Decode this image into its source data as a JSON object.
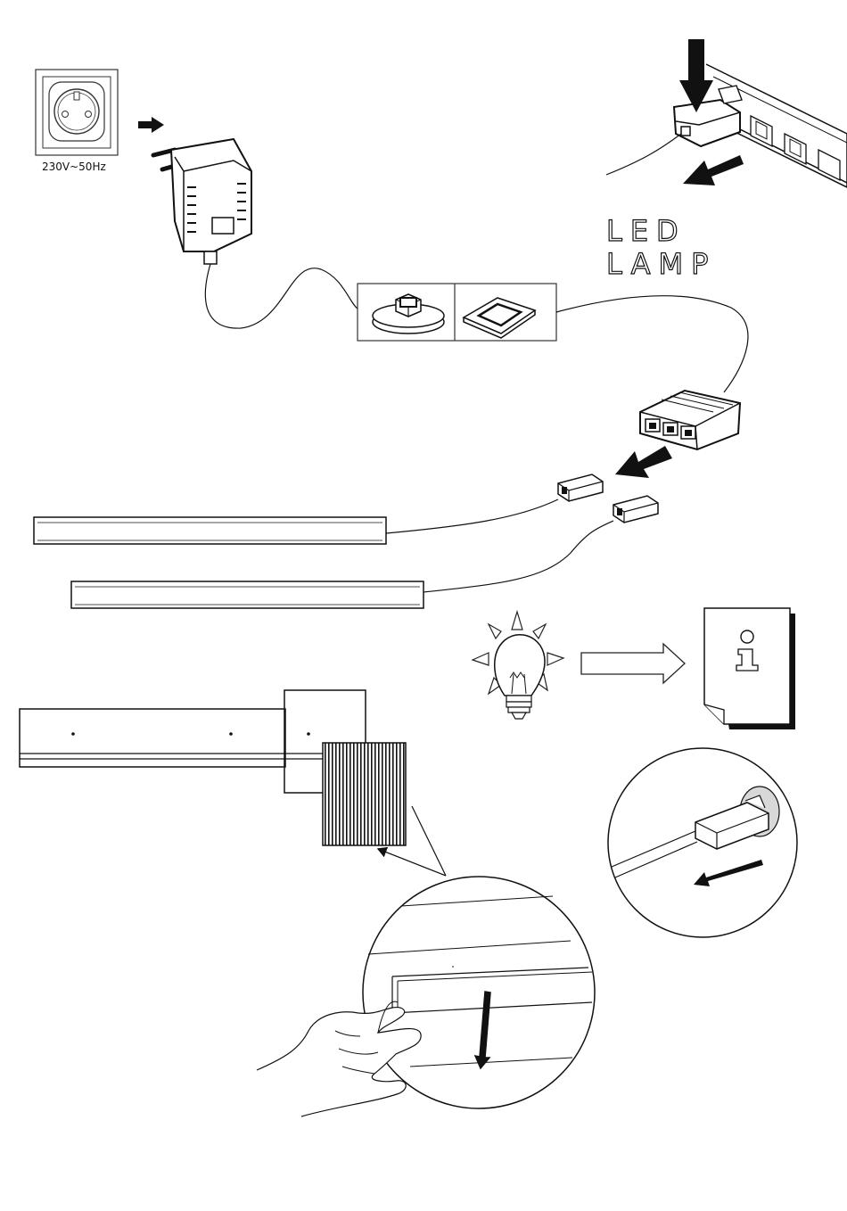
{
  "socket": {
    "voltage_label": "230V~50Hz"
  },
  "lamp_label": {
    "line1": "LED",
    "line2": "LAMP"
  },
  "colors": {
    "ink": "#111111",
    "paper": "#ffffff",
    "shade": "#d8d8d8"
  },
  "icons": [
    "wall-socket-icon",
    "power-adapter-icon",
    "switch-round-icon",
    "switch-square-icon",
    "distribution-box-icon",
    "light-bulb-icon",
    "info-sheet-icon",
    "hand-icon"
  ]
}
